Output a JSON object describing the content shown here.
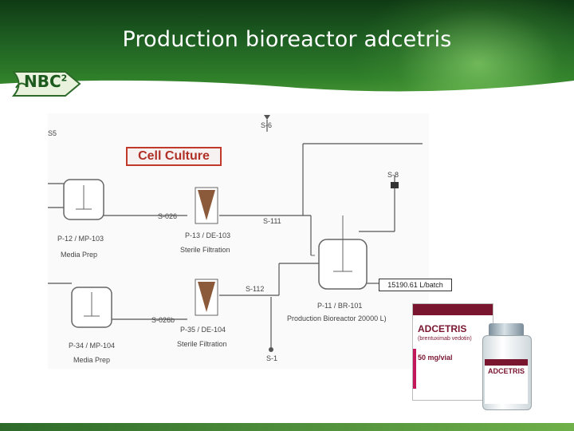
{
  "slide": {
    "title": "Production bioreactor adcetris",
    "logo": {
      "text": "NBC",
      "superscript": "2",
      "mark_icon": "nbc2-logo-icon"
    }
  },
  "diagram": {
    "section_label": "Cell Culture",
    "streams": [
      "S-6",
      "S-8",
      "S-026",
      "S-111",
      "S-112",
      "S-026b",
      "S-1"
    ],
    "units": [
      {
        "id": "P-12 / MP-103",
        "name": "Media Prep"
      },
      {
        "id": "P-13 / DE-103",
        "name": "Sterile Filtration"
      },
      {
        "id": "P-34 / MP-104",
        "name": "Media Prep"
      },
      {
        "id": "P-35 / DE-104",
        "name": "Sterile Filtration"
      },
      {
        "id": "P-11 / BR-101",
        "name": "Production Bioreactor 20000 L)"
      }
    ],
    "flow_rate": "15190.61 L/batch",
    "left_edge_label": "S5"
  },
  "product": {
    "box_brand": "ADCETRIS",
    "box_sub": "(brentuximab vedotin)",
    "box_dose": "50 mg/vial",
    "vial_brand": "ADCETRIS"
  },
  "colors": {
    "header_dark": "#0f3a14",
    "header_light": "#5aa83e",
    "accent_red": "#c0392b",
    "brand_maroon": "#7a1530",
    "pipe_gray": "#555555"
  }
}
